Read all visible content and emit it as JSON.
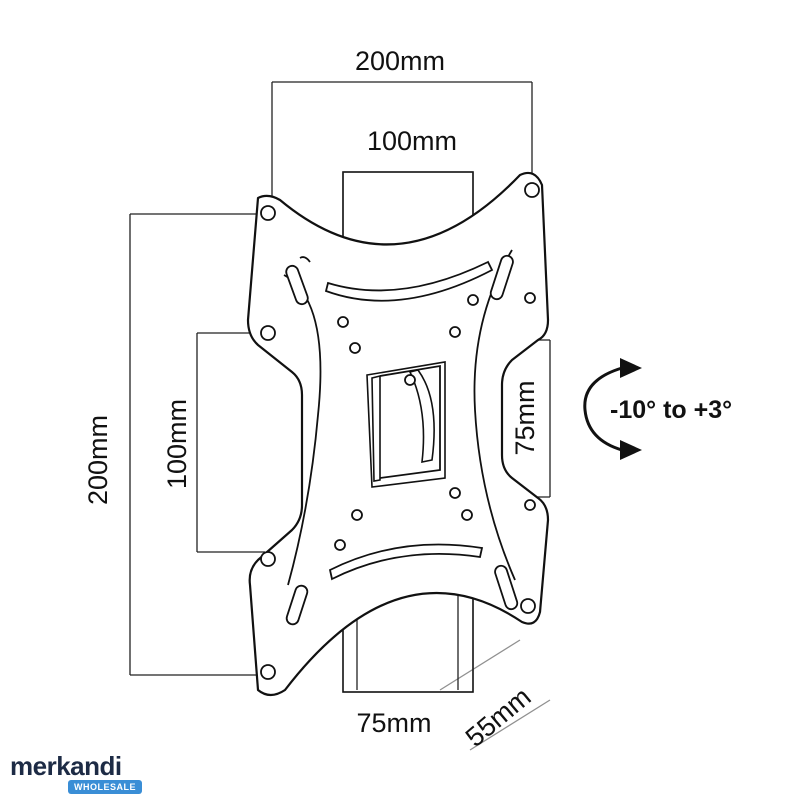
{
  "labels": {
    "top_width": "200mm",
    "inner_width": "100mm",
    "left_height": "200mm",
    "inner_height": "100mm",
    "right_spacing": "75mm",
    "bottom_spacing": "75mm",
    "depth": "55mm",
    "tilt": "-10° to +3°"
  },
  "logo": {
    "name": "merkandi",
    "tagline": "WHOLESALE"
  }
}
